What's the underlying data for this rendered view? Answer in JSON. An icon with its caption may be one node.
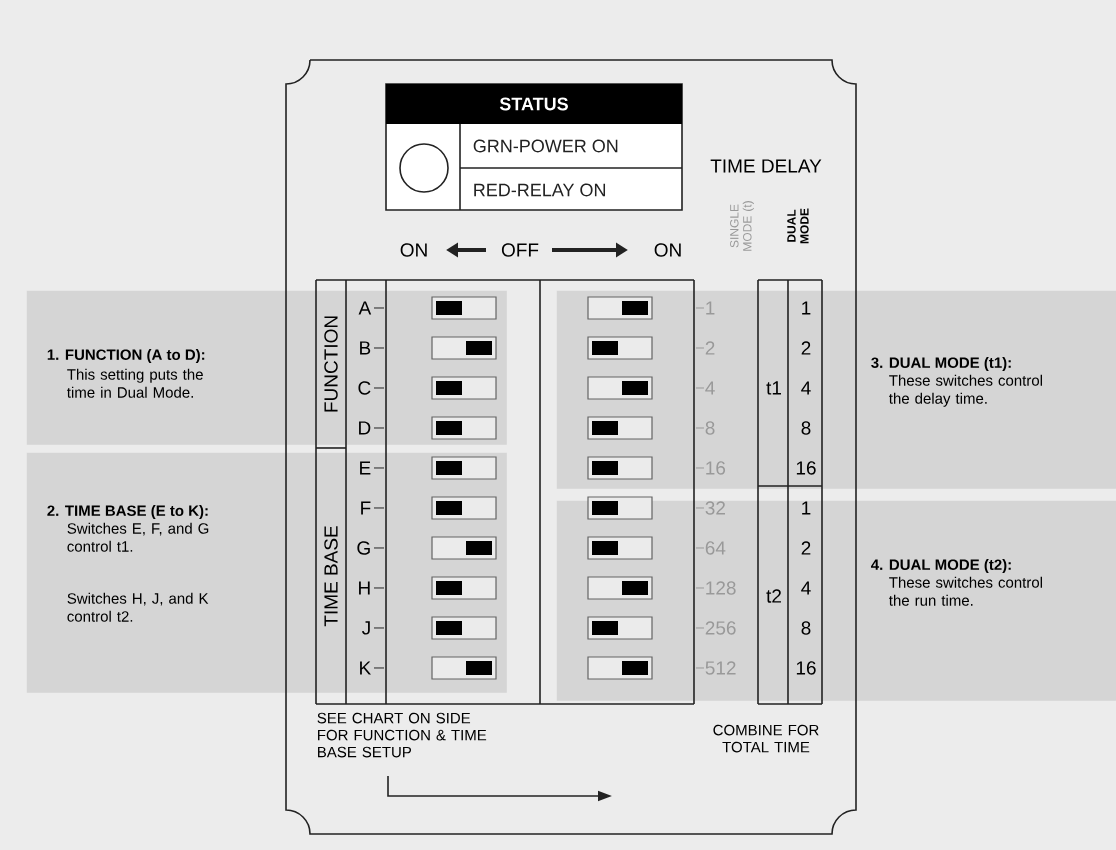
{
  "diagram": {
    "nodes": [
      {
        "text": [
          "1. FUNCTION (A to D):",
          "This setting puts the time in Dual Mode."
        ]
      },
      {
        "text": [
          "2. TIME BASE (E to K):",
          "Switches E, F, and G control t1.",
          "Switches H, J, and K control t2."
        ]
      },
      {
        "text": [
          "3. DUAL MODE (t1):",
          "These switches control the delay time."
        ]
      },
      {
        "text": [
          "4. DUAL MODE (t2):",
          "These switches control the run time."
        ]
      },
      {
        "text": [
          "STATUS",
          "GRN-POWER ON",
          "RED-RELAY ON"
        ]
      }
    ],
    "labels": [
      "TIME DELAY",
      "ON",
      "OFF",
      "ON",
      "SINGLE MODE (t)",
      "DUAL MODE",
      "FUNCTION",
      "TIME BASE",
      "A",
      "B",
      "C",
      "D",
      "E",
      "F",
      "G",
      "H",
      "J",
      "K",
      "1",
      "2",
      "4",
      "8",
      "16",
      "32",
      "64",
      "128",
      "256",
      "512",
      "t1",
      "1",
      "2",
      "4",
      "8",
      "16",
      "t2",
      "1",
      "2",
      "4",
      "8",
      "16",
      "SEE CHART ON SIDE FOR FUNCTION & TIME BASE SETUP",
      "COMBINE FOR TOTAL TIME"
    ]
  }
}
